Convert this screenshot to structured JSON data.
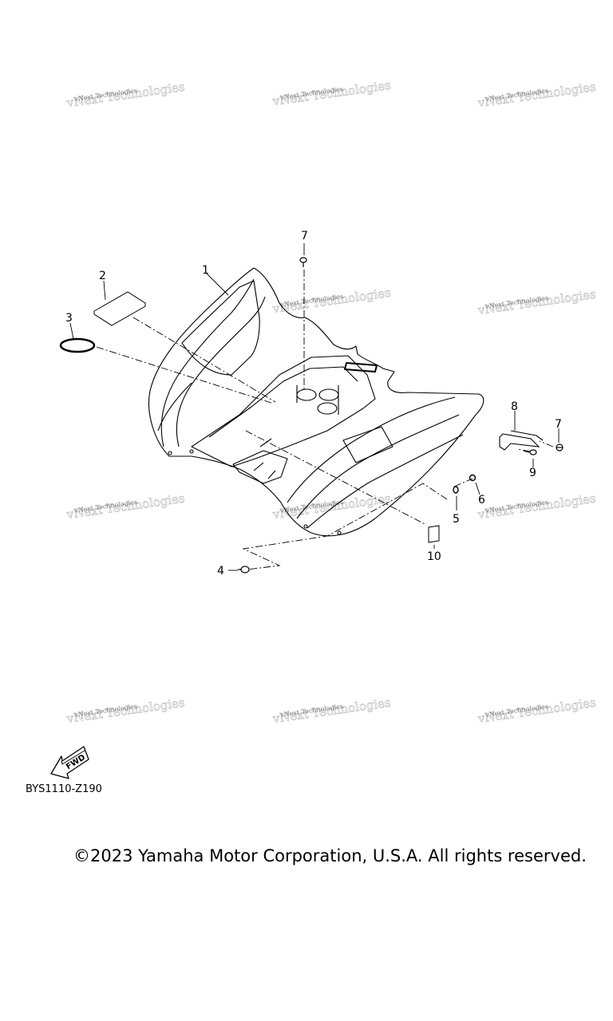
{
  "watermark_text": "vNext Technologies",
  "parts": [
    {
      "ref": "1"
    },
    {
      "ref": "2"
    },
    {
      "ref": "3"
    },
    {
      "ref": "4"
    },
    {
      "ref": "5"
    },
    {
      "ref": "6"
    },
    {
      "ref": "7"
    },
    {
      "ref": "8"
    },
    {
      "ref": "9"
    },
    {
      "ref": "10"
    }
  ],
  "fwd_label": "FWD",
  "diagram_code": "BYS1110-Z190",
  "copyright": "©2023 Yamaha Motor Corporation, U.S.A. All rights reserved."
}
